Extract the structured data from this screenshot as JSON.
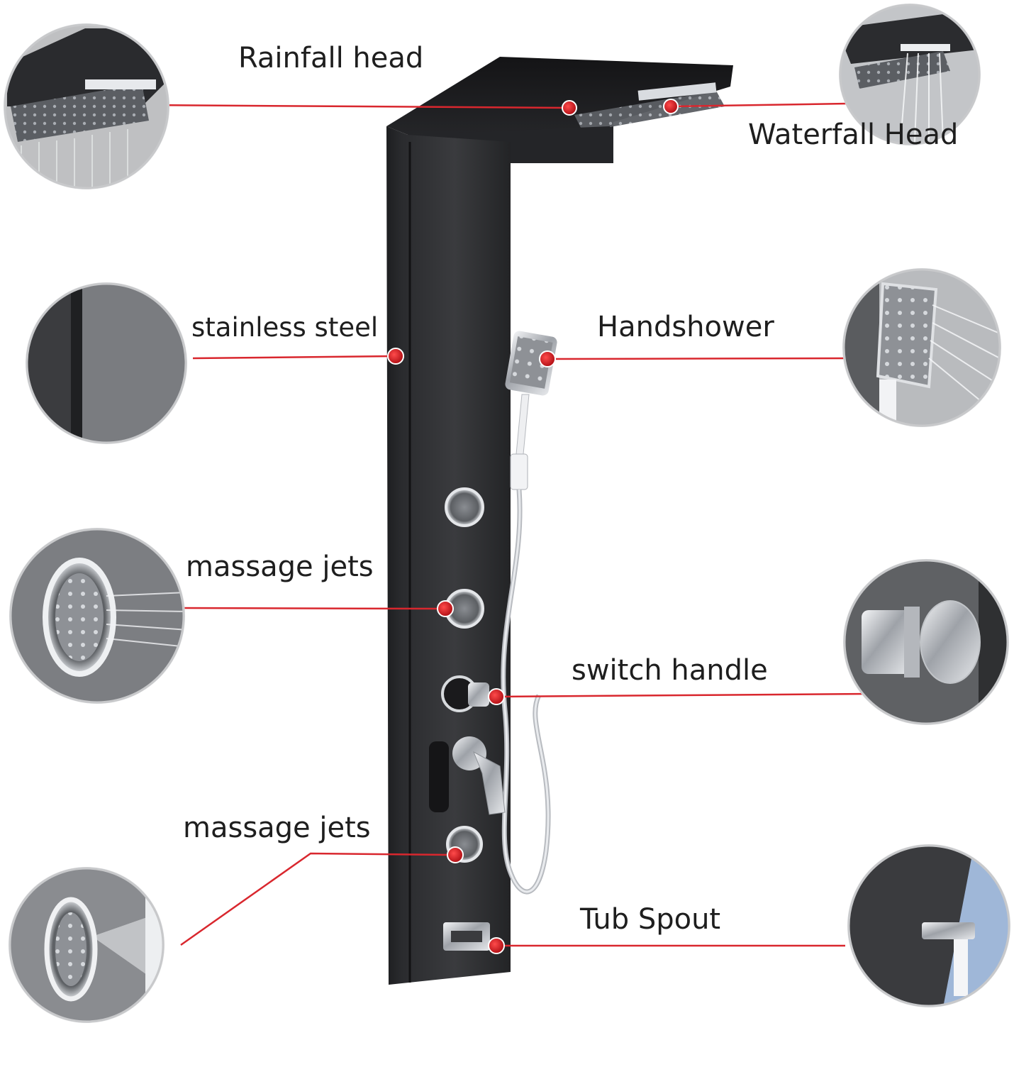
{
  "colors": {
    "callout_line": "#d9272e",
    "panel": "#2e2f31",
    "panel_edge": "#1c1c1e",
    "chrome": "#c9ccd1",
    "detail_bg": "#6d6f72"
  },
  "callouts": {
    "rainfall_head": "Rainfall head",
    "waterfall_head": "Waterfall Head",
    "stainless_steel": "stainless steel",
    "handshower": "Handshower",
    "massage_jets_upper": "massage jets",
    "switch_handle": "switch handle",
    "massage_jets_lower": "massage jets",
    "tub_spout": "Tub Spout"
  }
}
